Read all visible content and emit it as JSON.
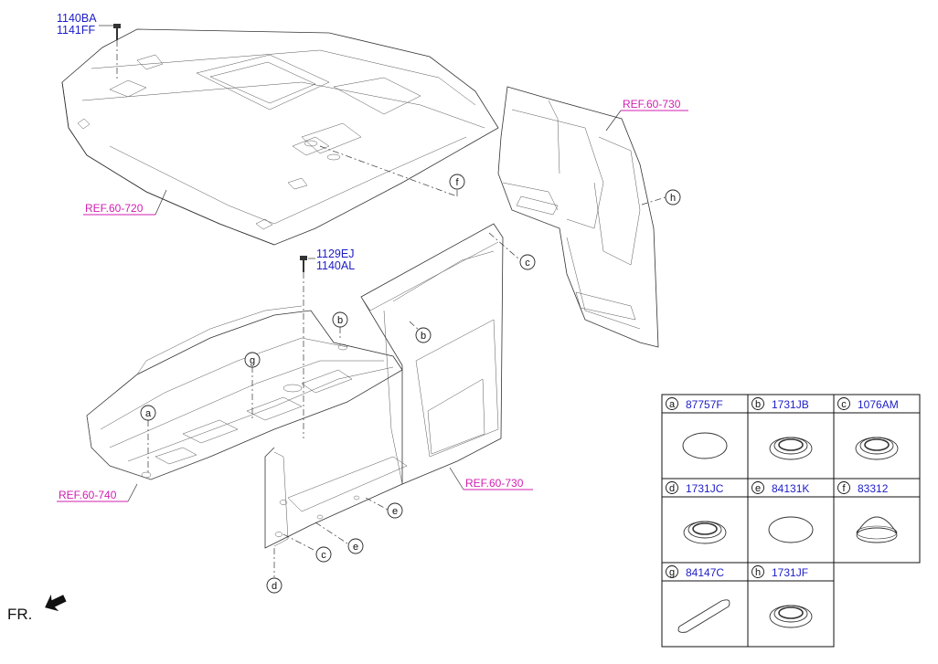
{
  "callouts": {
    "top_left_codes": [
      "1140BA",
      "1141FF"
    ],
    "mid_codes": [
      "1129EJ",
      "1140AL"
    ],
    "refs": {
      "roof": "REF.60-720",
      "floor": "REF.60-740",
      "side_lower": "REF.60-730",
      "rear_upper": "REF.60-730"
    },
    "circle_letters": {
      "f": "f",
      "h": "h",
      "c_top": "c",
      "b_top": "b",
      "b_mid": "b",
      "g": "g",
      "a": "a",
      "e_1": "e",
      "e_2": "e",
      "c_bottom": "c",
      "d": "d"
    },
    "front_label": "FR."
  },
  "parts_table": {
    "cells": [
      {
        "letter": "a",
        "code": "87757F",
        "shape": "oval-plug"
      },
      {
        "letter": "b",
        "code": "1731JB",
        "shape": "grommet"
      },
      {
        "letter": "c",
        "code": "1076AM",
        "shape": "grommet"
      },
      {
        "letter": "d",
        "code": "1731JC",
        "shape": "grommet"
      },
      {
        "letter": "e",
        "code": "84131K",
        "shape": "oval-plug"
      },
      {
        "letter": "f",
        "code": "83312",
        "shape": "dome-cap"
      },
      {
        "letter": "g",
        "code": "84147C",
        "shape": "slot-pad"
      },
      {
        "letter": "h",
        "code": "1731JF",
        "shape": "grommet"
      }
    ]
  },
  "colors": {
    "code_blue": "#1c1cc8",
    "ref_magenta": "#d01fb0",
    "line": "#333333"
  }
}
